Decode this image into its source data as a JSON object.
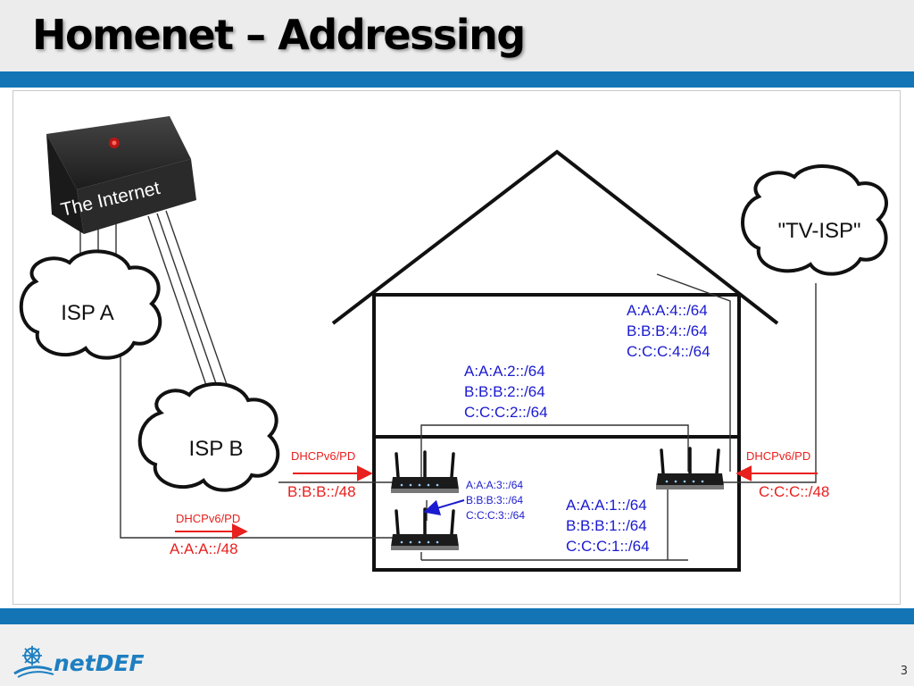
{
  "slide": {
    "title": "Homenet – Addressing",
    "page_number": "3"
  },
  "logo": {
    "text": "netDEF",
    "accent": "#1d7fc1"
  },
  "colors": {
    "bar": "#1375b6",
    "prefix_blue": "#1a1ad0",
    "dhcp_red": "#e8201e"
  },
  "internet": {
    "label": "The Internet"
  },
  "clouds": {
    "isp_a": "ISP A",
    "isp_b": "ISP B",
    "tv_isp": "\"TV-ISP\""
  },
  "delegations": {
    "isp_b": {
      "protocol": "DHCPv6/PD",
      "prefix": "B:B:B::/48"
    },
    "isp_a": {
      "protocol": "DHCPv6/PD",
      "prefix": "A:A:A::/48"
    },
    "tv_isp": {
      "protocol": "DHCPv6/PD",
      "prefix": "C:C:C::/48"
    }
  },
  "subnets": {
    "upstairs": [
      "A:A:A:4::/64",
      "B:B:B:4::/64",
      "C:C:C:4::/64"
    ],
    "middle": [
      "A:A:A:2::/64",
      "B:B:B:2::/64",
      "C:C:C:2::/64"
    ],
    "internal_link": [
      "A:A:A:3::/64",
      "B:B:B:3::/64",
      "C:C:C:3::/64"
    ],
    "ground": [
      "A:A:A:1::/64",
      "B:B:B:1::/64",
      "C:C:C:1::/64"
    ]
  },
  "icons": {
    "routers": "router-icon",
    "clouds": "cloud-icon",
    "internet_box": "server-box-icon"
  }
}
